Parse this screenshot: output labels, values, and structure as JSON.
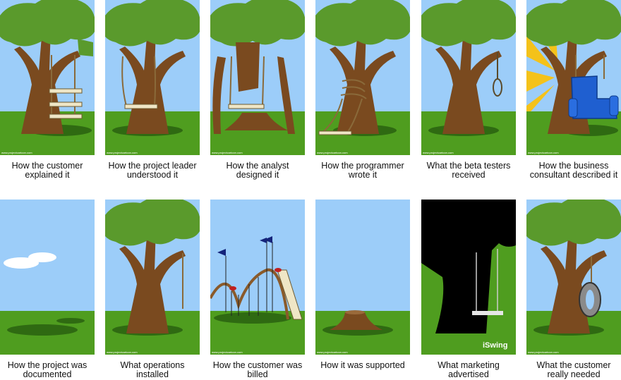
{
  "panels": [
    {
      "caption": "How the customer\nexplained it",
      "watermark": "www.projectcartoon.com"
    },
    {
      "caption": "How the project leader\nunderstood it",
      "watermark": "www.projectcartoon.com"
    },
    {
      "caption": "How the analyst\ndesigned it",
      "watermark": "www.projectcartoon.com"
    },
    {
      "caption": "How the programmer\nwrote it",
      "watermark": "www.projectcartoon.com"
    },
    {
      "caption": "What the beta testers\nreceived",
      "watermark": "www.projectcartoon.com"
    },
    {
      "caption": "How the business\nconsultant described it",
      "watermark": "www.projectcartoon.com"
    },
    {
      "caption": "How the project was\ndocumented",
      "watermark": ""
    },
    {
      "caption": "What operations\ninstalled",
      "watermark": "www.projectcartoon.com"
    },
    {
      "caption": "How the customer was\nbilled",
      "watermark": "www.projectcartoon.com"
    },
    {
      "caption": "How it was supported",
      "watermark": "www.projectcartoon.com"
    },
    {
      "caption": "What marketing\nadvertised",
      "watermark": "",
      "logo": "iSwing"
    },
    {
      "caption": "What the customer\nreally needed",
      "watermark": "www.projectcartoon.com"
    }
  ],
  "colors": {
    "sky": "#9ccdf9",
    "grass": "#4f9d1f",
    "trunk": "#7a4a1f",
    "leaves": "#5a9a2c",
    "rope": "#8a6a3a",
    "seat": "#efe6c6"
  }
}
